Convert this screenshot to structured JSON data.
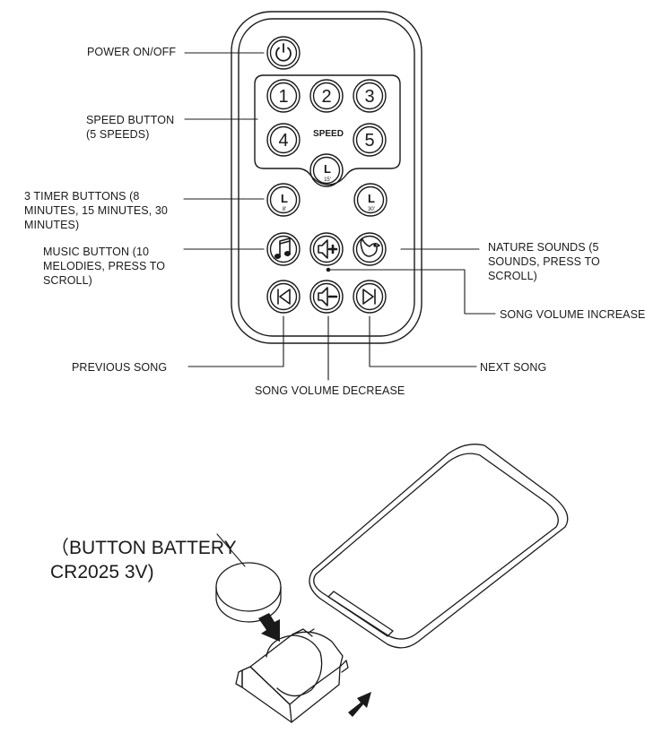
{
  "remote": {
    "numbers": [
      "1",
      "2",
      "3",
      "4",
      "5"
    ],
    "speed_text": "SPEED",
    "timer_15_text": "15'",
    "timer_8_text": "8'",
    "timer_30_text": "30'",
    "timer_glyph": "L"
  },
  "labels": {
    "power": "POWER ON/OFF",
    "speed": "SPEED BUTTON\n(5 SPEEDS)",
    "timer": "3 TIMER BUTTONS (8\nMINUTES, 15 MINUTES, 30\nMINUTES)",
    "music": "MUSIC BUTTON (10\nMELODIES, PRESS TO\nSCROLL)",
    "nature": "NATURE SOUNDS (5\nSOUNDS, PRESS TO\nSCROLL)",
    "volume_up": "SONG VOLUME INCREASE",
    "previous": "PREVIOUS SONG",
    "next": "NEXT SONG",
    "volume_down": "SONG VOLUME DECREASE"
  },
  "battery": {
    "label": "（BUTTON BATTERY\nCR2025 3V)"
  },
  "icons": [
    "power-icon",
    "music-note-icon",
    "volume-up-icon",
    "bird-icon",
    "previous-icon",
    "volume-down-icon",
    "next-icon",
    "arrow-icon"
  ]
}
